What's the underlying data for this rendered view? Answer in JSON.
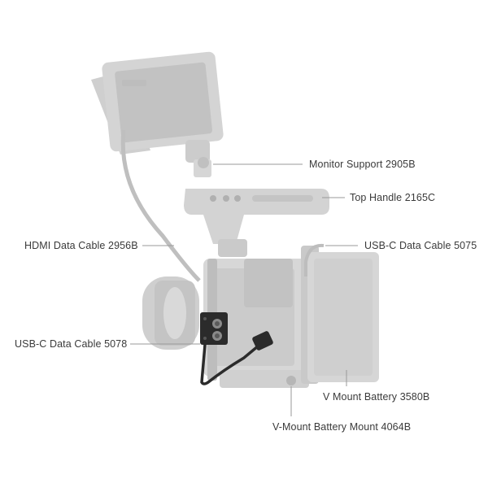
{
  "colors": {
    "rig_light": "#d9d9d9",
    "rig_mid": "#c6c6c6",
    "rig_dark": "#b3b3b3",
    "leader_line": "#9a9a9a",
    "label_text": "#3a3a3a",
    "accent_part": "#2b2b2b"
  },
  "callouts": {
    "monitor_support": "Monitor Support 2905B",
    "top_handle": "Top Handle 2165C",
    "hdmi_cable": "HDMI Data Cable 2956B",
    "usbc_cable_5075": "USB-C Data Cable 5075",
    "usbc_cable_5078": "USB-C Data Cable 5078",
    "v_mount_battery": "V Mount Battery 3580B",
    "v_mount_battery_mount": "V-Mount Battery Mount 4064B"
  }
}
